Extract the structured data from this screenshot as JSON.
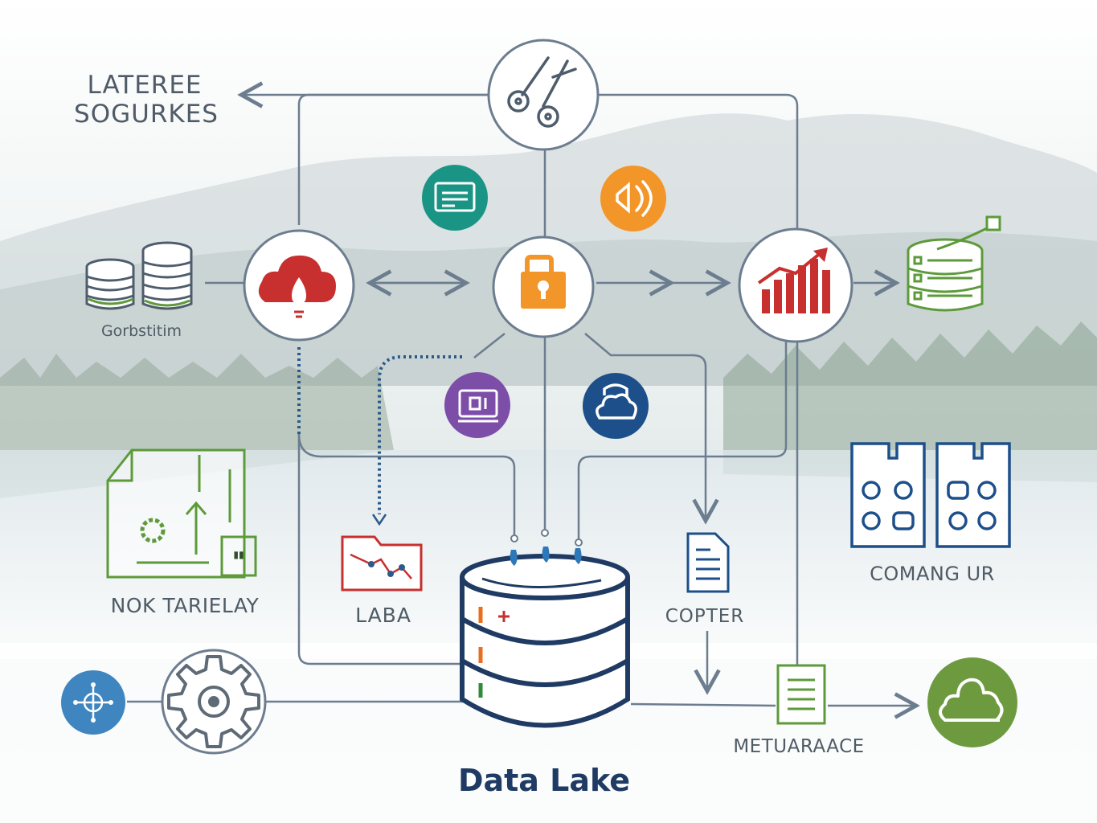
{
  "title": "Data Lake",
  "labels": {
    "sources": [
      "LATEREE",
      "SOGURKES"
    ],
    "db_stack": "Gorbstitim",
    "notebook": "NOK TARIELAY",
    "laba": "LABA",
    "copter": "COPTER",
    "comang": "COMANG UR",
    "metadata": "METUARAACE"
  },
  "colors": {
    "line": "#6c7d8f",
    "dark_blue": "#1f3a63",
    "teal": "#1a9585",
    "orange": "#f2962a",
    "red": "#c8302f",
    "green": "#5d9a3a",
    "purple": "#7c4ea8",
    "navy": "#1d4f8a",
    "lake_green": "#6e9a3f",
    "steel_blue": "#3f86c0"
  },
  "icons": [
    "scissors-icon",
    "cloud-upload-icon",
    "lock-icon",
    "bar-chart-icon",
    "server-rack-icon",
    "database-stack-icon",
    "document-chart-icon",
    "line-chart-folder-icon",
    "document-icon",
    "control-panel-icon",
    "metadata-document-icon",
    "globe-network-icon",
    "gear-icon",
    "cloud-tree-icon",
    "database-icon"
  ]
}
